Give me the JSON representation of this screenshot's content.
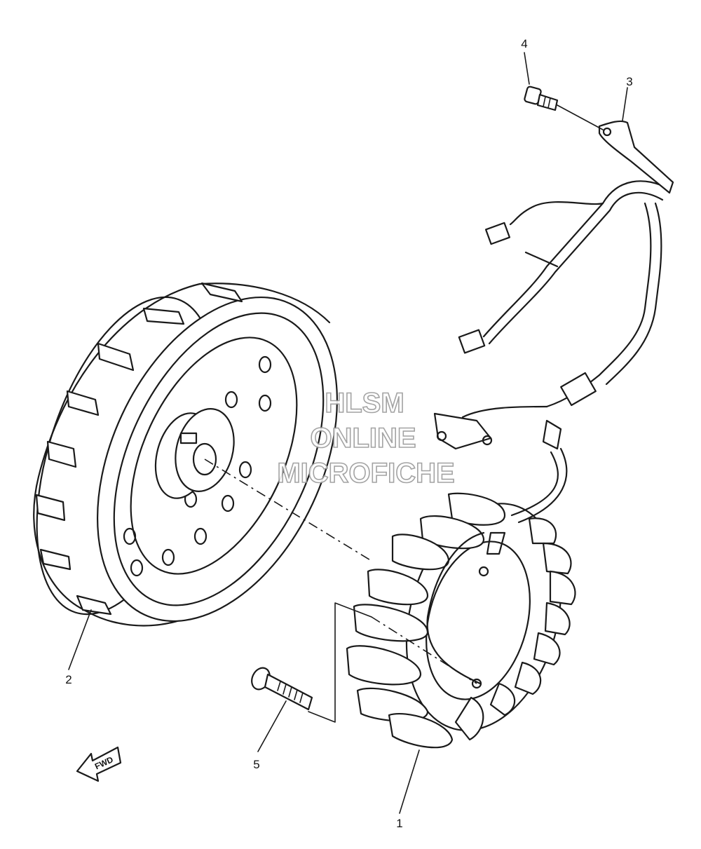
{
  "callouts": {
    "part_1": "1",
    "part_2": "2",
    "part_3": "3",
    "part_4": "4",
    "part_5": "5"
  },
  "direction_arrow": {
    "label": "FWD"
  },
  "watermark": {
    "line1": "HLSM",
    "line2": "ONLINE",
    "line3": "MICROFICHE"
  }
}
